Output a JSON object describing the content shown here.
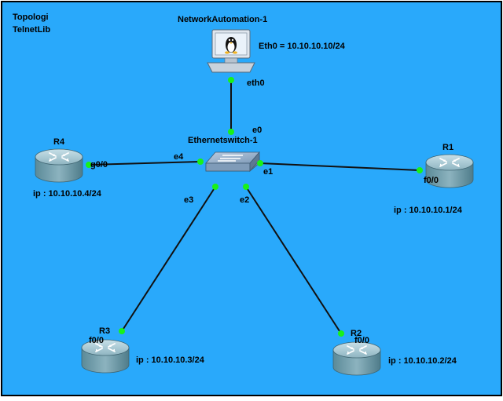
{
  "colors": {
    "background": "#29a9fb",
    "border": "#000000",
    "link": "#111111",
    "port_dot": "#19f119",
    "router_top": "#9fc4cf",
    "router_body": "#5f8f9d",
    "switch": "#7f9bb8"
  },
  "title": {
    "line1": "Topologi",
    "line2": "TelnetLib"
  },
  "pc": {
    "name": "NetworkAutomation-1",
    "ip_label": "Eth0 = 10.10.10.10/24",
    "icon": "linux-pc-icon",
    "port_label": "eth0"
  },
  "switch": {
    "name": "Ethernetswitch-1",
    "icon": "ethernet-switch-icon",
    "ports": {
      "e0": "e0",
      "e1": "e1",
      "e2": "e2",
      "e3": "e3",
      "e4": "e4"
    }
  },
  "routers": {
    "r1": {
      "name": "R1",
      "port": "f0/0",
      "ip": "ip : 10.10.10.1/24",
      "icon": "router-icon"
    },
    "r2": {
      "name": "R2",
      "port": "f0/0",
      "ip": "ip : 10.10.10.2/24",
      "icon": "router-icon"
    },
    "r3": {
      "name": "R3",
      "port": "f0/0",
      "ip": "ip : 10.10.10.3/24",
      "icon": "router-icon"
    },
    "r4": {
      "name": "R4",
      "port": "g0/0",
      "ip": "ip : 10.10.10.4/24",
      "icon": "router-icon"
    }
  }
}
